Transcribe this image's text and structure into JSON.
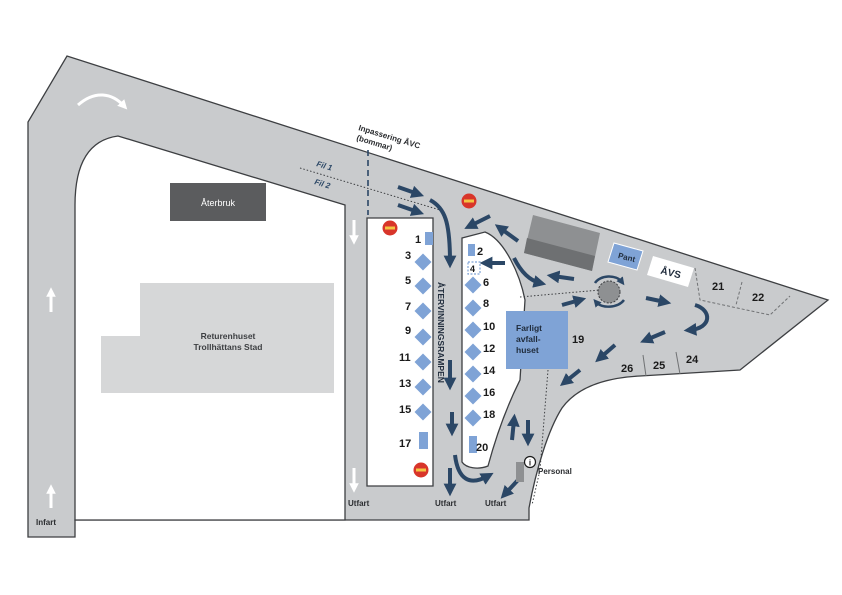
{
  "labels": {
    "entrance": "Infart",
    "exit_left": "Utfart",
    "exit_mid": "Utfart",
    "exit_right": "Utfart",
    "reuse": "Återbruk",
    "returhuset_line1": "Returenhuset",
    "returhuset_line2": "Trollhättans Stad",
    "gate_line1": "Inpassering ÅVC",
    "gate_line2": "(bommar)",
    "lane1": "Fil 1",
    "lane2": "Fil 2",
    "ramp": "ÅTERVINNINGSRAMPEN",
    "hazardous_line1": "Farligt",
    "hazardous_line2": "avfall-",
    "hazardous_line3": "huset",
    "deposit": "Pant",
    "avs": "ÅVS",
    "staff": "Personal",
    "info_symbol": "i"
  },
  "stations": {
    "s1": "1",
    "s2": "2",
    "s3": "3",
    "s4": "4",
    "s5": "5",
    "s6": "6",
    "s7": "7",
    "s8": "8",
    "s9": "9",
    "s10": "10",
    "s11": "11",
    "s12": "12",
    "s13": "13",
    "s14": "14",
    "s15": "15",
    "s16": "16",
    "s17": "17",
    "s18": "18",
    "s19": "19",
    "s20": "20",
    "s21": "21",
    "s22": "22",
    "s24": "24",
    "s25": "25",
    "s26": "26"
  },
  "colors": {
    "road": "#c9cbcd",
    "outline": "#3d3f42",
    "building": "#5b5c5e",
    "returhuset": "#d6d7d8",
    "container": "#7fa3d6",
    "arrow": "#2b4766",
    "no_entry": "#d8352a"
  },
  "icons": [
    "curved-arrow-icon",
    "up-arrow-icon",
    "down-arrow-icon",
    "flow-arrow-icon",
    "no-entry-icon",
    "info-icon",
    "roundabout-icon"
  ]
}
